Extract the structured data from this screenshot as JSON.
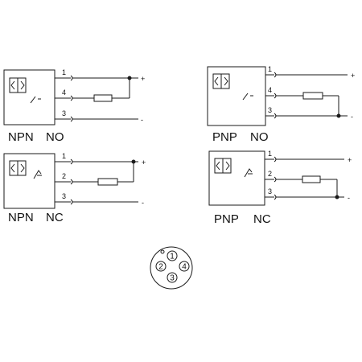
{
  "colors": {
    "line": "#1a1a1a",
    "background": "#ffffff"
  },
  "diagrams": [
    {
      "caption_type": "NPN",
      "caption_mode": "NO",
      "pins": [
        "1",
        "4",
        "3"
      ],
      "signs": {
        "pos": "+",
        "neg": "-"
      },
      "switch": "normally-open"
    },
    {
      "caption_type": "PNP",
      "caption_mode": "NO",
      "pins": [
        "1",
        "4",
        "3"
      ],
      "signs": {
        "pos": "+",
        "neg": "-"
      },
      "switch": "normally-open"
    },
    {
      "caption_type": "NPN",
      "caption_mode": "NC",
      "pins": [
        "1",
        "2",
        "3"
      ],
      "signs": {
        "pos": "+",
        "neg": "-"
      },
      "switch": "normally-closed"
    },
    {
      "caption_type": "PNP",
      "caption_mode": "NC",
      "pins": [
        "1",
        "2",
        "3"
      ],
      "signs": {
        "pos": "+",
        "neg": "-"
      },
      "switch": "normally-closed"
    }
  ],
  "connector": {
    "pins": [
      "1",
      "2",
      "4",
      "3"
    ]
  }
}
